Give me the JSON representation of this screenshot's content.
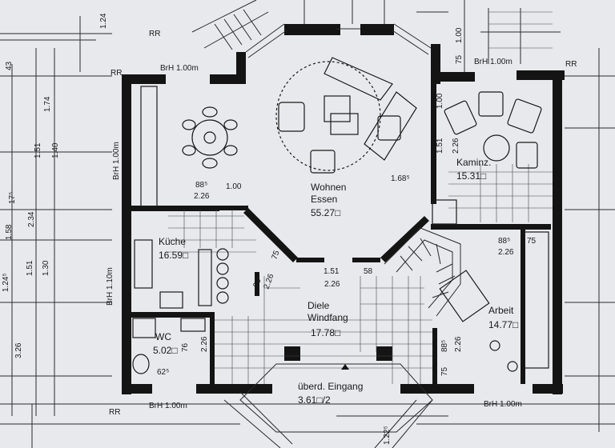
{
  "rooms": {
    "wohnen": {
      "name1": "Wohnen",
      "name2": "Essen",
      "area": "55.27□"
    },
    "kaminz": {
      "name": "Kaminz.",
      "area": "15.31□"
    },
    "kueche": {
      "name": "Küche",
      "area": "16.59□"
    },
    "diele": {
      "name1": "Diele",
      "name2": "Windfang",
      "area": "17.78□"
    },
    "wc": {
      "name": "WC",
      "area": "5.02□"
    },
    "arbeit": {
      "name": "Arbeit",
      "area": "14.77□"
    },
    "eingang": {
      "name": "überd. Eingang",
      "area": "3.61□/2"
    }
  },
  "annotations": {
    "brh_top_left": "BrH 1.00m",
    "brh_top_right": "BrH 1.00m",
    "brh_bottom_left": "BrH 1.00m",
    "brh_bottom_right": "BrH 1.00m",
    "brh_left_upper": "BrH 1.00m",
    "brh_left_lower": "BrH 1.10m",
    "rr_1": "RR",
    "rr_2": "RR",
    "rr_3": "RR",
    "rr_4": "RR"
  },
  "dimensions": {
    "d_885_a": "88⁵",
    "d_226_a": "2.26",
    "d_100_a": "1.00",
    "d_168": "1.68⁵",
    "d_151_a": "1.51",
    "d_58": "58",
    "d_226_b": "2.26",
    "d_885_b": "88⁵",
    "d_226_c": "2.26",
    "d_75_a": "75",
    "d_885_c": "88⁵",
    "d_226_d": "2.26",
    "d_75_b": "75",
    "d_885_d": "88⁵",
    "d_226_e": "2.26",
    "d_75_c": "75",
    "d_76": "76",
    "d_226_f": "2.26",
    "d_625": "62⁵",
    "d_151_b": "1.51",
    "d_226_g": "2.26",
    "d_100_b": "1.00",
    "d_75_d": "75",
    "d_100_c": "1.00",
    "left_174": "1.74",
    "left_151": "1.51",
    "left_140": "1.40",
    "left_234": "2.34",
    "left_158": "1.58",
    "left_151b": "1.51",
    "left_130": "1.30",
    "left_326": "3.26",
    "left_124": "1.24⁵",
    "left_43": "43",
    "left_175": "17⁵",
    "top_124": "1.24",
    "bottom_122": "1.22⁵"
  }
}
